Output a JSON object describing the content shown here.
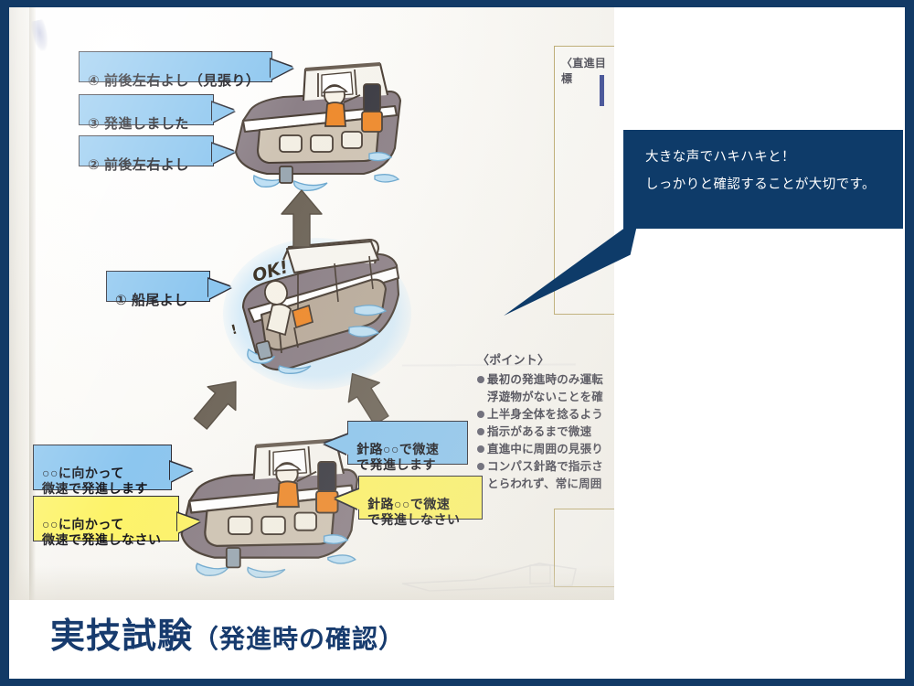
{
  "slide": {
    "title_main": "実技試験",
    "title_sub": "（発進時の確認）",
    "accent_navy": "#0e3b69",
    "border_navy": "#123a66",
    "bubble_blue": "#8cc6ef",
    "bubble_yellow": "#fdf36a"
  },
  "callout": {
    "line1": "大きな声でハキハキと！",
    "line2": "しっかりと確認することが大切です。"
  },
  "bubbles": [
    {
      "id": "bub4",
      "color": "blue",
      "text": "④ 前後左右よし（見張り）"
    },
    {
      "id": "bub3",
      "color": "blue",
      "text": "③ 発進しました"
    },
    {
      "id": "bub2",
      "color": "blue",
      "text": "② 前後左右よし"
    },
    {
      "id": "bub1",
      "color": "blue",
      "text": "① 船尾よし"
    },
    {
      "id": "bubL1",
      "color": "blue",
      "text": "○○に向かって\n微速で発進します"
    },
    {
      "id": "bubL2",
      "color": "yellow",
      "text": "○○に向かって\n微速で発進しなさい"
    },
    {
      "id": "bubR1",
      "color": "blue",
      "text": "針路○○で微速\nで発進します"
    },
    {
      "id": "bubR2",
      "color": "yellow",
      "text": "針路○○で微速\nで発進しなさい"
    }
  ],
  "annotations": {
    "ok_mark": "OK!",
    "ok_mark_small": "!"
  },
  "textbook": {
    "column_heading": "〈直進目標",
    "points_heading": "〈ポイント〉",
    "points": [
      "最初の発進時のみ運転",
      "上半身全体を捻るよう",
      "指示があるまで微速",
      "直進中に周囲の見張り",
      "コンパス針路で指示さ"
    ],
    "points_continuations": {
      "0": "浮遊物がないことを確",
      "4": "とらわれず、常に周囲"
    }
  }
}
